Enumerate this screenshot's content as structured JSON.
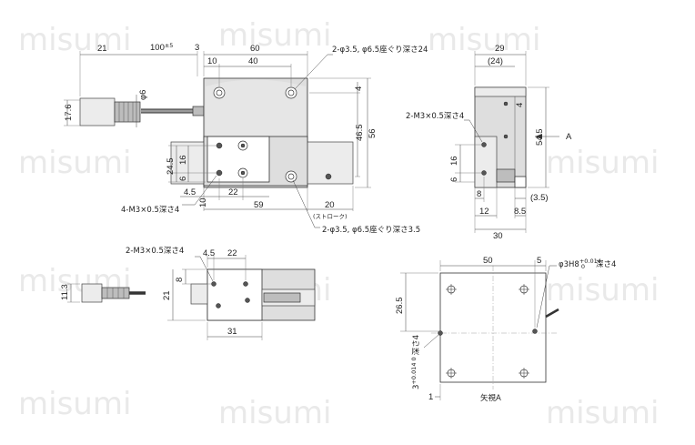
{
  "watermark": "misumi",
  "top_view": {
    "dims": {
      "d21": "21",
      "d100_base": "100",
      "d100_tol": "±5",
      "d3": "3",
      "d60": "60",
      "d10": "10",
      "d40": "40",
      "d4": "4",
      "d46_5": "46.5",
      "d56": "56",
      "d_phi6": "φ6",
      "d17_6": "17.6",
      "d24_5": "24.5",
      "d16": "16",
      "d6": "6",
      "d4_5": "4.5",
      "d22": "22",
      "d10b": "10",
      "d59": "59",
      "d20": "20",
      "stroke_label": "(ストローク)"
    },
    "notes": {
      "cbore_top": "2-φ3.5, φ6.5座ぐり深さ24",
      "tap_bottom": "4-M3×0.5深さ4",
      "cbore_bottom": "2-φ3.5, φ6.5座ぐり深さ3.5"
    }
  },
  "side_view": {
    "dims": {
      "d29": "29",
      "d24p": "(24)",
      "d4": "4",
      "d54_5": "54.5",
      "d16": "16",
      "d6": "6",
      "d8": "8",
      "d12": "12",
      "d8_5": "8.5",
      "d3_5p": "(3.5)",
      "d30": "30"
    },
    "notes": {
      "tap": "2-M3×0.5深さ4",
      "arrow_a": "A"
    }
  },
  "front_view": {
    "dims": {
      "d4_5": "4.5",
      "d22": "22",
      "d8": "8",
      "d21": "21",
      "d11_3": "11.3",
      "d31": "31"
    },
    "notes": {
      "tap": "2-M3×0.5深さ4"
    }
  },
  "view_a": {
    "dims": {
      "d50": "50",
      "d5": "5",
      "d26_5": "26.5",
      "d1": "1"
    },
    "notes": {
      "pin_hole_top": "φ3H8",
      "pin_hole_top_tol_upper": "+0.014",
      "pin_hole_top_tol_lower": "0",
      "pin_hole_top_depth": "深さ4",
      "pin_hole_left": "3",
      "pin_hole_left_tol": "+0.014 0",
      "pin_hole_left_depth": "深さ4",
      "caption": "矢視A"
    }
  }
}
